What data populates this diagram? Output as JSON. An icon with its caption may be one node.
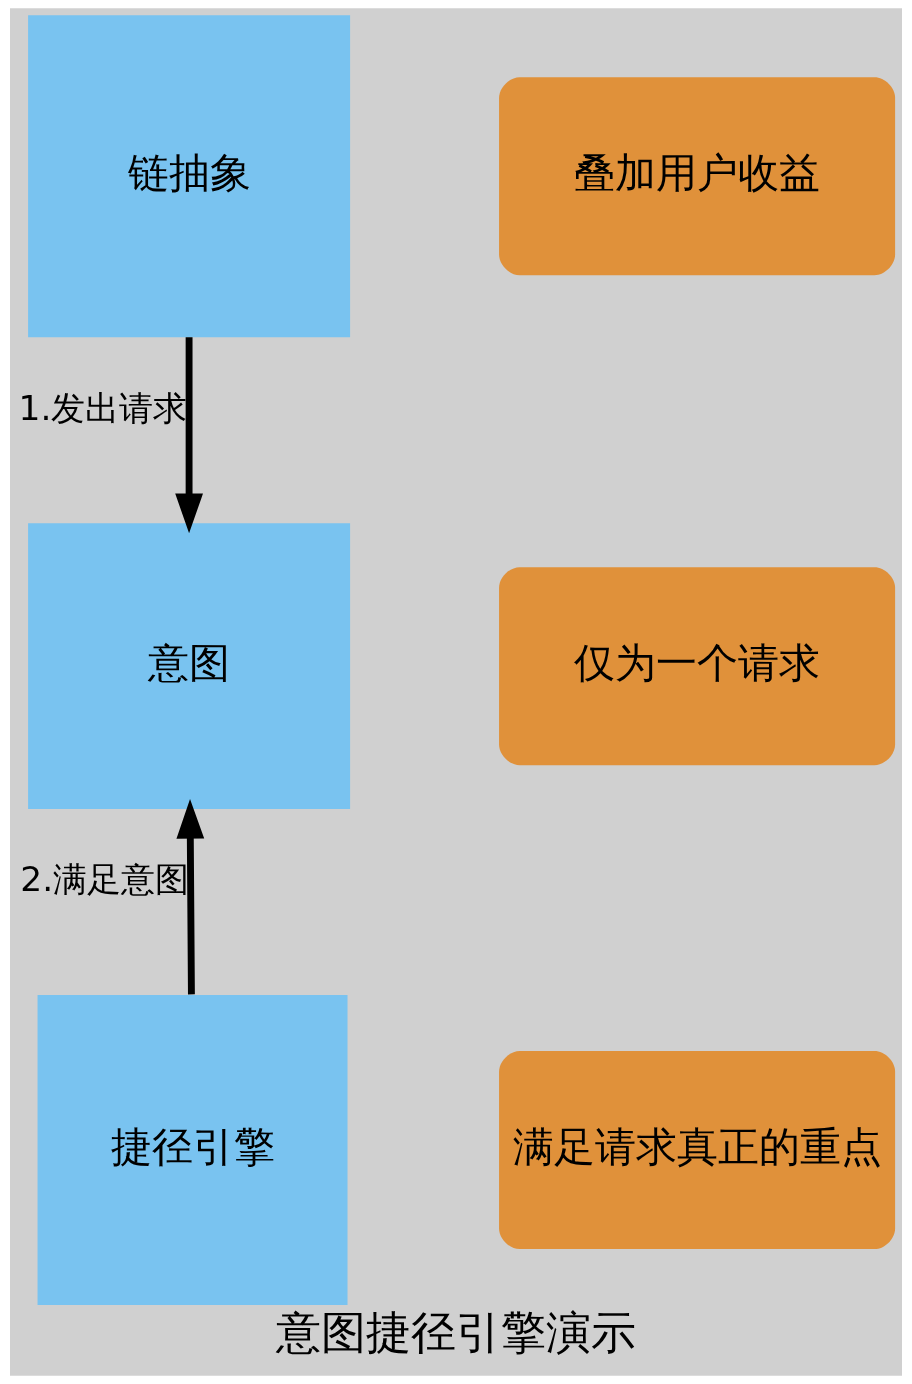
{
  "diagram": {
    "caption": "意图捷径引擎演示",
    "nodes": [
      {
        "text": [
          "链抽象"
        ]
      },
      {
        "text": [
          "叠加用户收益"
        ]
      },
      {
        "text": [
          "意图"
        ]
      },
      {
        "text": [
          "仅为一个请求"
        ]
      },
      {
        "text": [
          "捷径引擎"
        ]
      },
      {
        "text": [
          "满足请求真正的重点"
        ]
      }
    ],
    "edges": [
      {
        "from": 0,
        "to": 2,
        "arrow": "to",
        "label": "1.发出请求"
      },
      {
        "from": 4,
        "to": 2,
        "arrow": "to",
        "label": "2.满足意图"
      }
    ]
  }
}
